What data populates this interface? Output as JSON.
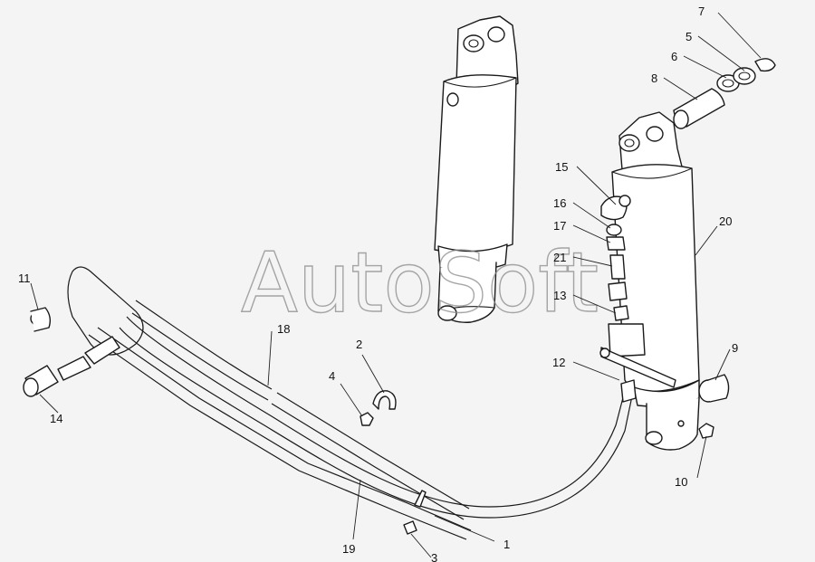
{
  "watermark": "AutoSoft",
  "callouts": [
    {
      "id": "c1",
      "text": "1"
    },
    {
      "id": "c2",
      "text": "2"
    },
    {
      "id": "c3",
      "text": "3"
    },
    {
      "id": "c4",
      "text": "4"
    },
    {
      "id": "c5",
      "text": "5"
    },
    {
      "id": "c6",
      "text": "6"
    },
    {
      "id": "c7",
      "text": "7"
    },
    {
      "id": "c8",
      "text": "8"
    },
    {
      "id": "c9",
      "text": "9"
    },
    {
      "id": "c10",
      "text": "10"
    },
    {
      "id": "c11",
      "text": "11"
    },
    {
      "id": "c12",
      "text": "12"
    },
    {
      "id": "c13",
      "text": "13"
    },
    {
      "id": "c14",
      "text": "14"
    },
    {
      "id": "c15",
      "text": "15"
    },
    {
      "id": "c16",
      "text": "16"
    },
    {
      "id": "c17",
      "text": "17"
    },
    {
      "id": "c18",
      "text": "18"
    },
    {
      "id": "c19",
      "text": "19"
    },
    {
      "id": "c20",
      "text": "20"
    },
    {
      "id": "c21",
      "text": "21"
    }
  ]
}
